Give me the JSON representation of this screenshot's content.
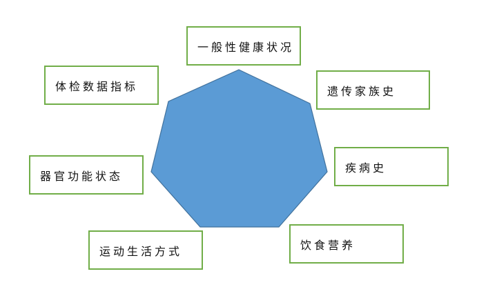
{
  "diagram": {
    "center_shape": {
      "shape": "heptagon",
      "fill": "#5B9BD5",
      "stroke": "#41719C"
    },
    "box_border_color": "#70AD47",
    "nodes": [
      {
        "label": "一般性健康状况"
      },
      {
        "label": "遗传家族史"
      },
      {
        "label": "疾病史"
      },
      {
        "label": "饮食营养"
      },
      {
        "label": "运动生活方式"
      },
      {
        "label": "器官功能状态"
      },
      {
        "label": "体检数据指标"
      }
    ]
  }
}
